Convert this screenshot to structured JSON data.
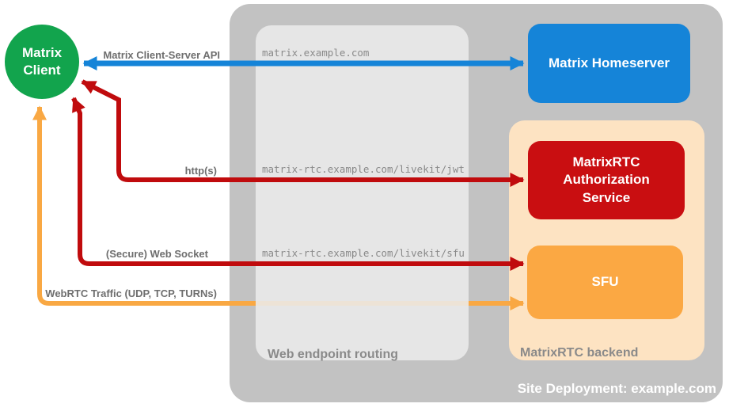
{
  "diagram_title": "Site Deployment: example.com",
  "nodes": {
    "matrix_client": {
      "label": "Matrix Client",
      "color": "#12A44D"
    },
    "matrix_homeserver": {
      "label": "Matrix Homeserver",
      "color": "#1584D8"
    },
    "matrixrtc_authorization_service": {
      "label": "MatrixRTC Authorization Service",
      "color": "#C90E11"
    },
    "sfu": {
      "label": "SFU",
      "color": "#FBA843"
    }
  },
  "containers": {
    "site_deployment": {
      "label": "Site Deployment: example.com",
      "color": "#C2C2C2"
    },
    "web_endpoint_routing": {
      "label": "Web endpoint routing",
      "color": "#EBEBEB"
    },
    "matrixrtc_backend": {
      "label": "MatrixRTC backend",
      "color": "#FDE3C2"
    }
  },
  "endpoints": {
    "homeserver_url": "matrix.example.com",
    "livekit_jwt_url": "matrix-rtc.example.com/livekit/jwt",
    "livekit_sfu_url": "matrix-rtc.example.com/livekit/sfu"
  },
  "connections": {
    "client_server_api": {
      "label": "Matrix Client-Server API",
      "color": "#1584D8",
      "from": "Matrix Client",
      "to": "Matrix Homeserver",
      "bidirectional": true
    },
    "https": {
      "label": "http(s)",
      "color": "#C00B0D",
      "from": "Matrix Client",
      "to": "MatrixRTC Authorization Service",
      "bidirectional": true
    },
    "secure_web_socket": {
      "label": "(Secure) Web Socket",
      "color": "#C00B0D",
      "from": "Matrix Client",
      "to": "SFU",
      "bidirectional": true
    },
    "webrtc_traffic": {
      "label": "WebRTC Traffic (UDP, TCP, TURNs)",
      "color": "#F9A843",
      "from": "Matrix Client",
      "to": "SFU",
      "bidirectional": true
    }
  }
}
